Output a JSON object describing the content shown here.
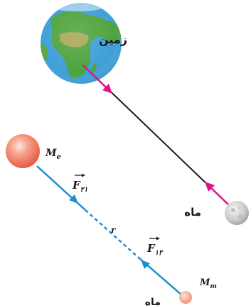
{
  "labels": {
    "earth": "زمین",
    "moon_top": "ماه",
    "moon_bottom": "ماه",
    "mass_earth": "M",
    "mass_earth_sub": "e",
    "mass_moon": "M",
    "mass_moon_sub": "m",
    "force_21": "F",
    "force_21_sub": "۲۱",
    "force_12": "F",
    "force_12_sub": "۱۲",
    "distance": "r"
  },
  "colors": {
    "ocean": "#3f9fd8",
    "land": "#4ea33d",
    "desert": "#b9a65a",
    "magenta_arrow": "#e0138a",
    "blue_line": "#1c8fd0",
    "line_black": "#1a1a1a",
    "earth_small": "#ef6a55",
    "moon_small": "#f4a48c",
    "moon_gray": "#c7c9c9"
  }
}
